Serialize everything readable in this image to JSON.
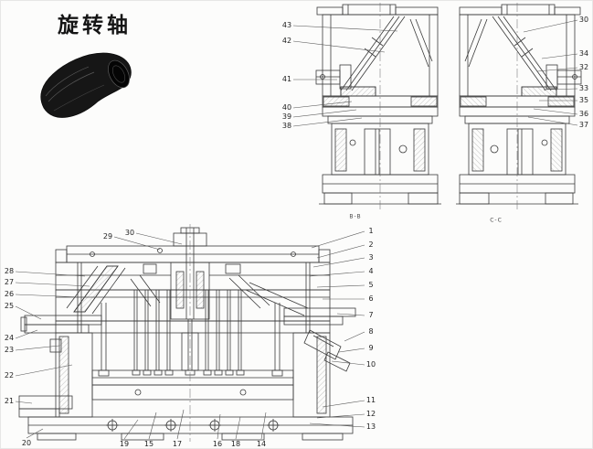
{
  "page": {
    "title": "旋转轴"
  },
  "colors": {
    "line": "#3a3a3a",
    "leader": "#555555",
    "background": "#fcfcfb"
  },
  "part_preview": {
    "name": "rotating-shaft-3d-part"
  },
  "section_views": {
    "left_label": "B-B",
    "right_label": "C-C",
    "left_callouts": [
      "43",
      "42",
      "41",
      "40",
      "39",
      "38"
    ],
    "right_callouts": [
      "30",
      "34",
      "32",
      "33",
      "35",
      "36",
      "37"
    ]
  },
  "assembly_view": {
    "top_callouts": [
      "29",
      "30"
    ],
    "left_callouts": [
      "28",
      "27",
      "26",
      "25",
      "24",
      "23",
      "22",
      "21"
    ],
    "bottom_left_callout": "20",
    "right_callouts": [
      "1",
      "2",
      "3",
      "4",
      "5",
      "6",
      "7",
      "8",
      "9",
      "10",
      "11",
      "12",
      "13"
    ],
    "bottom_callouts": [
      "19",
      "15",
      "17",
      "16",
      "18",
      "14"
    ]
  }
}
